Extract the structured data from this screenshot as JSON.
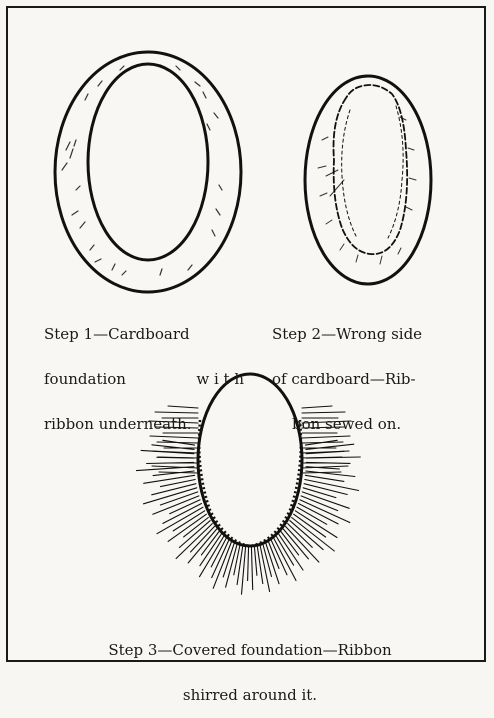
{
  "figure": {
    "step1": {
      "lines": [
        "Step 1—Cardboard",
        "foundation",
        "w i t h",
        "ribbon underneath."
      ]
    },
    "step2": {
      "lines": [
        "Step 2—Wrong side",
        "of cardboard—Rib-",
        "bon sewed on."
      ]
    },
    "step3": {
      "lines": [
        "Step 3—Covered foundation—Ribbon",
        "shirred around it."
      ]
    }
  }
}
